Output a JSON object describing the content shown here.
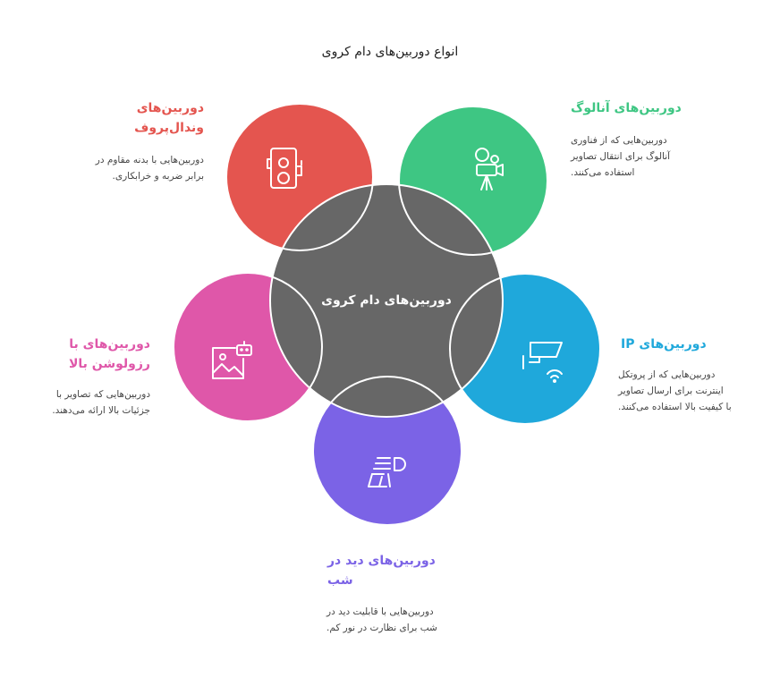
{
  "title": "انواع دوربین‌های دام کروی",
  "center_label": "دوربین‌های دام کروی",
  "colors": {
    "vandal": "#e4554f",
    "analog": "#3ec683",
    "ip": "#1fa8db",
    "night": "#7b63e6",
    "hires": "#df57a9",
    "center": "#676767"
  },
  "items": {
    "vandal": {
      "label_line1": "دوربین‌های",
      "label_line2": "وندال‌پروف",
      "desc_line1": "دوربین‌هایی با بدنه مقاوم در",
      "desc_line2": "برابر ضربه و خرابکاری.",
      "icon": "vintage-camera-icon"
    },
    "analog": {
      "label": "دوربین‌های آنالوگ",
      "desc_line1": "دوربین‌هایی که از فناوری",
      "desc_line2": "آنالوگ برای انتقال تصاویر",
      "desc_line3": "استفاده می‌کنند.",
      "icon": "movie-camera-icon"
    },
    "ip": {
      "label": "دوربین‌های IP",
      "desc_line1": "دوربین‌هایی که از پروتکل",
      "desc_line2": "اینترنت برای ارسال تصاویر",
      "desc_line3": "با کیفیت بالا استفاده می‌کنند.",
      "icon": "wifi-cctv-icon"
    },
    "night": {
      "label_line1": "دوربین‌های دید در",
      "label_line2": "شب",
      "desc_line1": "دوربین‌هایی با قابلیت دید در",
      "desc_line2": "شب برای نظارت در نور کم.",
      "icon": "headlight-icon"
    },
    "hires": {
      "label_line1": "دوربین‌های با",
      "label_line2": "رزولوشن بالا",
      "desc_line1": "دوربین‌هایی که تصاویر با",
      "desc_line2": "جزئیات بالا ارائه می‌دهند.",
      "icon": "image-robot-icon"
    }
  }
}
